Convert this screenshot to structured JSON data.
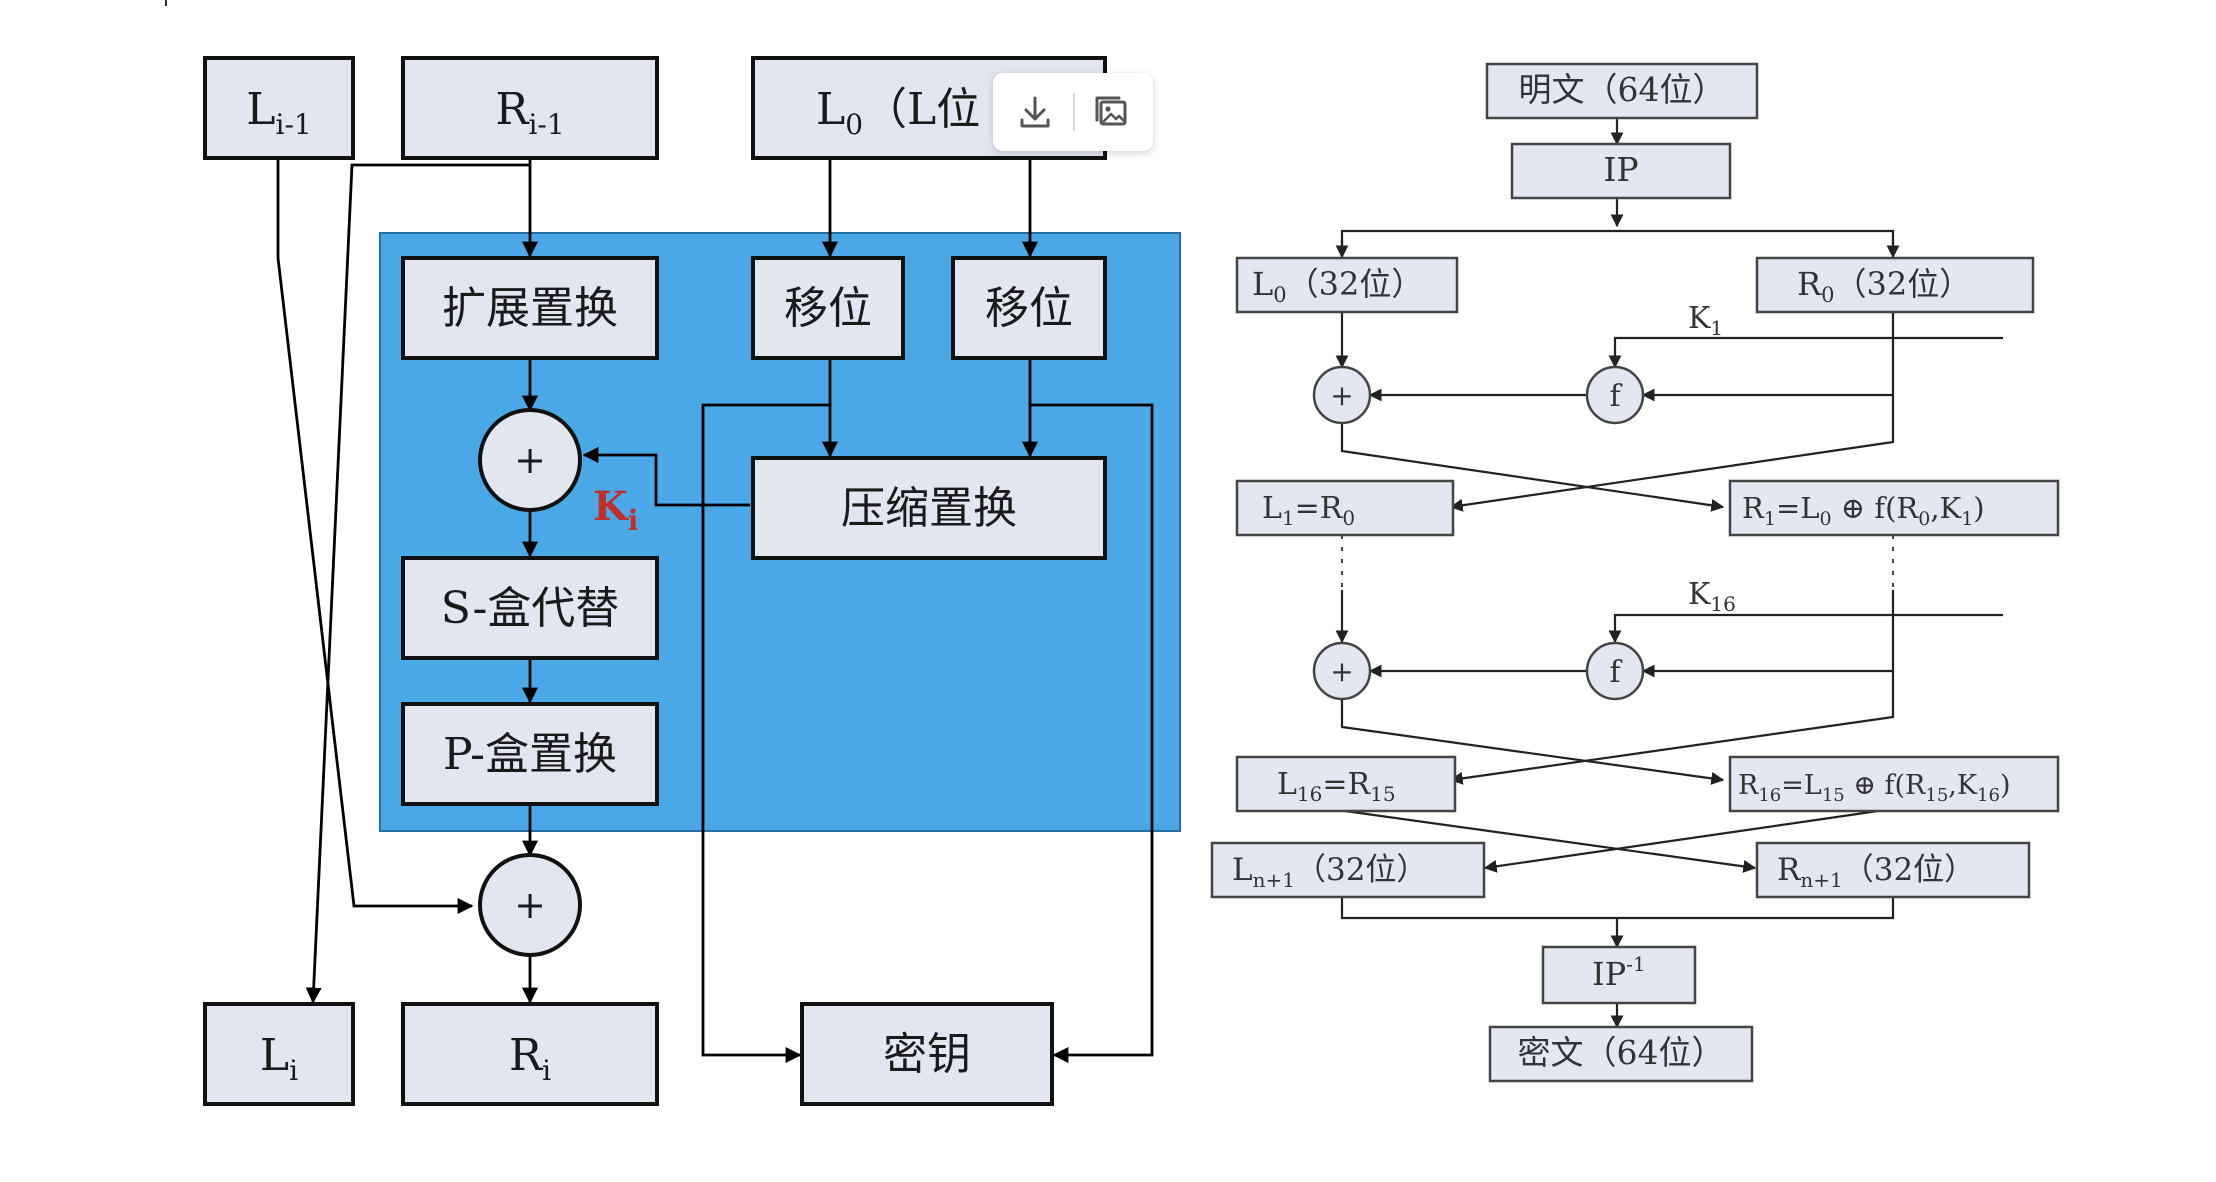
{
  "colors": {
    "accent_panel": "#4aa8e6",
    "box_fill": "#e1e6f1",
    "key_label": "#c0302a"
  },
  "left": {
    "l_prev": "L",
    "l_prev_sub": "i-1",
    "r_prev": "R",
    "r_prev_sub": "i-1",
    "key_src_main": "L",
    "key_src_sub": "0",
    "key_src_rest": "（L位",
    "expansion": "扩展置换",
    "shift_a": "移位",
    "shift_b": "移位",
    "xor_symbol": "+",
    "key_label": "K",
    "key_label_sub": "i",
    "compression": "压缩置换",
    "sbox": "S-盒代替",
    "pbox": "P-盒置换",
    "xor2_symbol": "+",
    "l_out": "L",
    "l_out_sub": "i",
    "r_out": "R",
    "r_out_sub": "i",
    "key_out": "密钥"
  },
  "right": {
    "plaintext": "明文（64位）",
    "ip": "IP",
    "l0": "L",
    "l0_sub": "0",
    "l0_rest": "（32位）",
    "r0": "R",
    "r0_sub": "0",
    "r0_rest": "（32位）",
    "k1": "K",
    "k1_sub": "1",
    "f_label": "f",
    "xor_symbol": "+",
    "l1_a": "L",
    "l1_a_sub": "1",
    "l1_eq": "=R",
    "l1_b_sub": "0",
    "r1_a": "R",
    "r1_a_sub": "1",
    "r1_eq": "=L",
    "r1_b_sub": "0",
    "r1_op": " ⊕ f(R",
    "r1_c_sub": "0",
    "r1_comma": ",K",
    "r1_d_sub": "1",
    "r1_close": ")",
    "k16": "K",
    "k16_sub": "16",
    "l16_a": "L",
    "l16_a_sub": "16",
    "l16_eq": "=R",
    "l16_b_sub": "15",
    "r16_a": "R",
    "r16_a_sub": "16",
    "r16_eq": "=L",
    "r16_b_sub": "15",
    "r16_op": " ⊕ f(R",
    "r16_c_sub": "15",
    "r16_comma": ",K",
    "r16_d_sub": "16",
    "r16_close": ")",
    "ln1": "L",
    "ln1_sub": "n+1",
    "ln1_rest": "（32位）",
    "rn1": "R",
    "rn1_sub": "n+1",
    "rn1_rest": "（32位）",
    "ipinv": "IP",
    "ipinv_sup": "-1",
    "ciphertext": "密文（64位）"
  },
  "toolbar": {
    "download": "download-icon",
    "open_image": "image-icon"
  }
}
